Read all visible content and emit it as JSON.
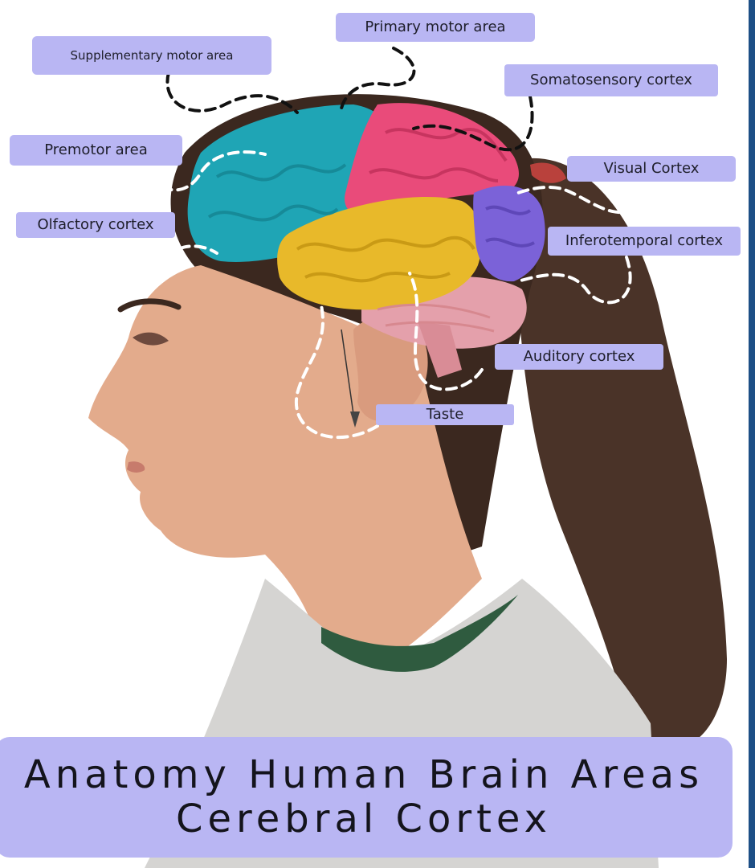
{
  "labels": {
    "supplementary_motor_area": "Supplementary motor area",
    "primary_motor_area": "Primary motor area",
    "somatosensory_cortex": "Somatosensory cortex",
    "premotor_area": "Premotor area",
    "visual_cortex": "Visual Cortex",
    "olfactory_cortex": "Olfactory cortex",
    "inferotemporal_cortex": "Inferotemporal cortex",
    "auditory_cortex": "Auditory cortex",
    "taste": "Taste"
  },
  "title": {
    "line1": "Anatomy Human Brain Areas",
    "line2": "Cerebral Cortex"
  },
  "colors": {
    "label_bg": "#b9b6f3",
    "premotor_teal": "#1fa5b5",
    "primary_motor_pink": "#e94b7a",
    "temporal_yellow": "#e8b92a",
    "occipital_purple": "#7b62d8",
    "cerebellum_pink": "#e4a0ab",
    "border_blue": "#1d4f86"
  }
}
